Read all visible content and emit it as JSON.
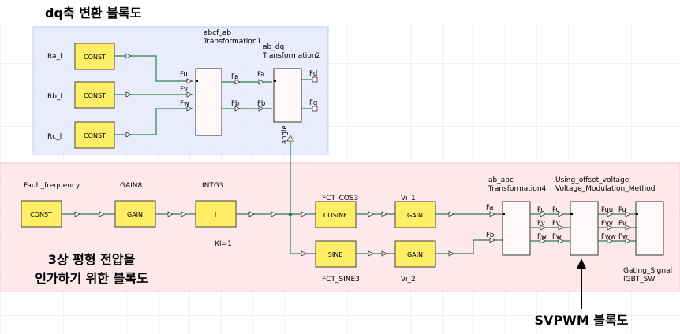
{
  "annotations": {
    "dq_title": "dq축 변환 블록도",
    "voltage_title_line1": "3상 평형 전압을",
    "voltage_title_line2": "인가하기 위한 블록도",
    "svpwm_title": "SVPWM 블록도"
  },
  "regions": {
    "dq_color": "#e8ecfb",
    "voltage_color": "#fde9ec"
  },
  "colors": {
    "block_fill": "#ffee66",
    "wire": "#2e7d4f",
    "grid": "#e6e6e6"
  },
  "resistor_labels": [
    "Ra_l",
    "Rb_l",
    "Rc_l"
  ],
  "const_label": "CONST",
  "gain_label": "GAIN",
  "integrator_label": "I",
  "cosine_label": "COSINE",
  "sine_label": "SINE",
  "blocks": {
    "fault_frequency": "Fault_frequency",
    "gain8": "GAIN8",
    "intg3": "INTG3",
    "ki": "KI=1",
    "fct_cos3": "FCT_COS3",
    "fct_sine3": "FCT_SINE3",
    "vi1": "Vi_1",
    "vi2": "Vi_2",
    "abcf_ab_1": "abcf_ab",
    "abcf_ab_2": "Transformation1",
    "ab_dq_1": "ab_dq",
    "ab_dq_2": "Transformation2",
    "ab_abc_1": "ab_abc",
    "ab_abc_2": "Transformation4",
    "offset_1": "Using_offset_voltage",
    "offset_2": "Voltage_Modulation_Method",
    "gating_1": "Gating_Signal",
    "gating_2": "IGBT_SW"
  },
  "ports": {
    "t1_in": [
      "Fu",
      "Fv",
      "Fw"
    ],
    "t1_out": [
      "Fa",
      "Fb"
    ],
    "t2_in": [
      "Fa",
      "Fb"
    ],
    "t2_out": [
      "Fd",
      "Fq"
    ],
    "t2_angle": "angle",
    "t4_in": [
      "Fa",
      "Fb"
    ],
    "t4_out": [
      "Fu",
      "Fv",
      "Fw"
    ],
    "mod_in": [
      "Fu",
      "Fv",
      "Fw"
    ],
    "mod_out": [
      "Fuu",
      "Fvv",
      "Fww"
    ],
    "gate_in": [
      "Fu",
      "Fv",
      "Fw"
    ]
  }
}
